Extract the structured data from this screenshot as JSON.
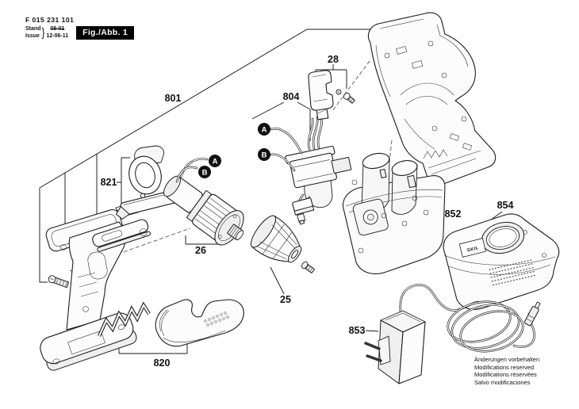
{
  "header": {
    "doc_number": "F 015 231 101",
    "stand_label": "Stand",
    "issue_label": "Issue",
    "brace": "}",
    "date_old": "08-01",
    "date_new": "12-06-11",
    "figure_badge": "Fig./Abb. 1"
  },
  "callouts": {
    "left_housing": "801",
    "belt_clip": "821",
    "motor": "26",
    "chuck": "25",
    "baseplate": "820",
    "switch": "804",
    "connector": "28",
    "battery": "852",
    "charger": "854",
    "adapter": "853"
  },
  "wire_markers": {
    "a": "A",
    "b": "B"
  },
  "charger_brand": "SKIL",
  "footer": {
    "line1": "Änderungen vorbehalten",
    "line2": "Modifications reserved",
    "line3": "Modifications réservées",
    "line4": "Salvo modificaciones"
  }
}
